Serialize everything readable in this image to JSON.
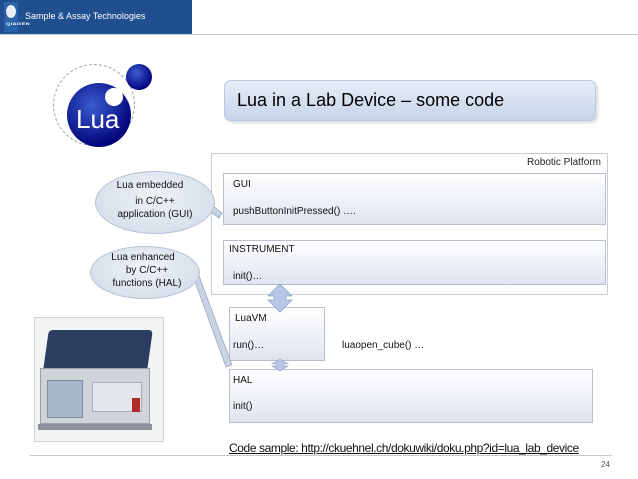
{
  "header": {
    "brand": "QIAGEN",
    "tagline": "Sample & Assay Technologies"
  },
  "lua_logo": {
    "text": "Lua"
  },
  "slide_title": "Lua in a Lab Device – some code",
  "platform": {
    "label": "Robotic Platform",
    "gui": {
      "label": "GUI",
      "code": "pushButtonInitPressed() …."
    },
    "instrument": {
      "label": "INSTRUMENT",
      "code": "init()…"
    }
  },
  "luavm": {
    "label": "LuaVM",
    "code": "run()…",
    "extra_code": "luaopen_cube() …"
  },
  "hal": {
    "label": "HAL",
    "code": "init()"
  },
  "callouts": [
    {
      "lines": [
        "Lua embedded",
        "in C/C++",
        "application (GUI)"
      ]
    },
    {
      "lines": [
        "Lua enhanced",
        "by C/C++",
        "functions (HAL)"
      ]
    }
  ],
  "code_sample": "Code sample: http://ckuehnel.ch/dokuwiki/doku.php?id=lua_lab_device",
  "page_number": "24",
  "colors": {
    "banner": "#1f4f8f",
    "lua_blue": "#00007a",
    "arrow": "#b7c6e6"
  },
  "icons": [
    "qiagen-logo",
    "lua-logo",
    "lab-device-photo",
    "bidirectional-arrow-icon",
    "connector-arrow-icon"
  ]
}
